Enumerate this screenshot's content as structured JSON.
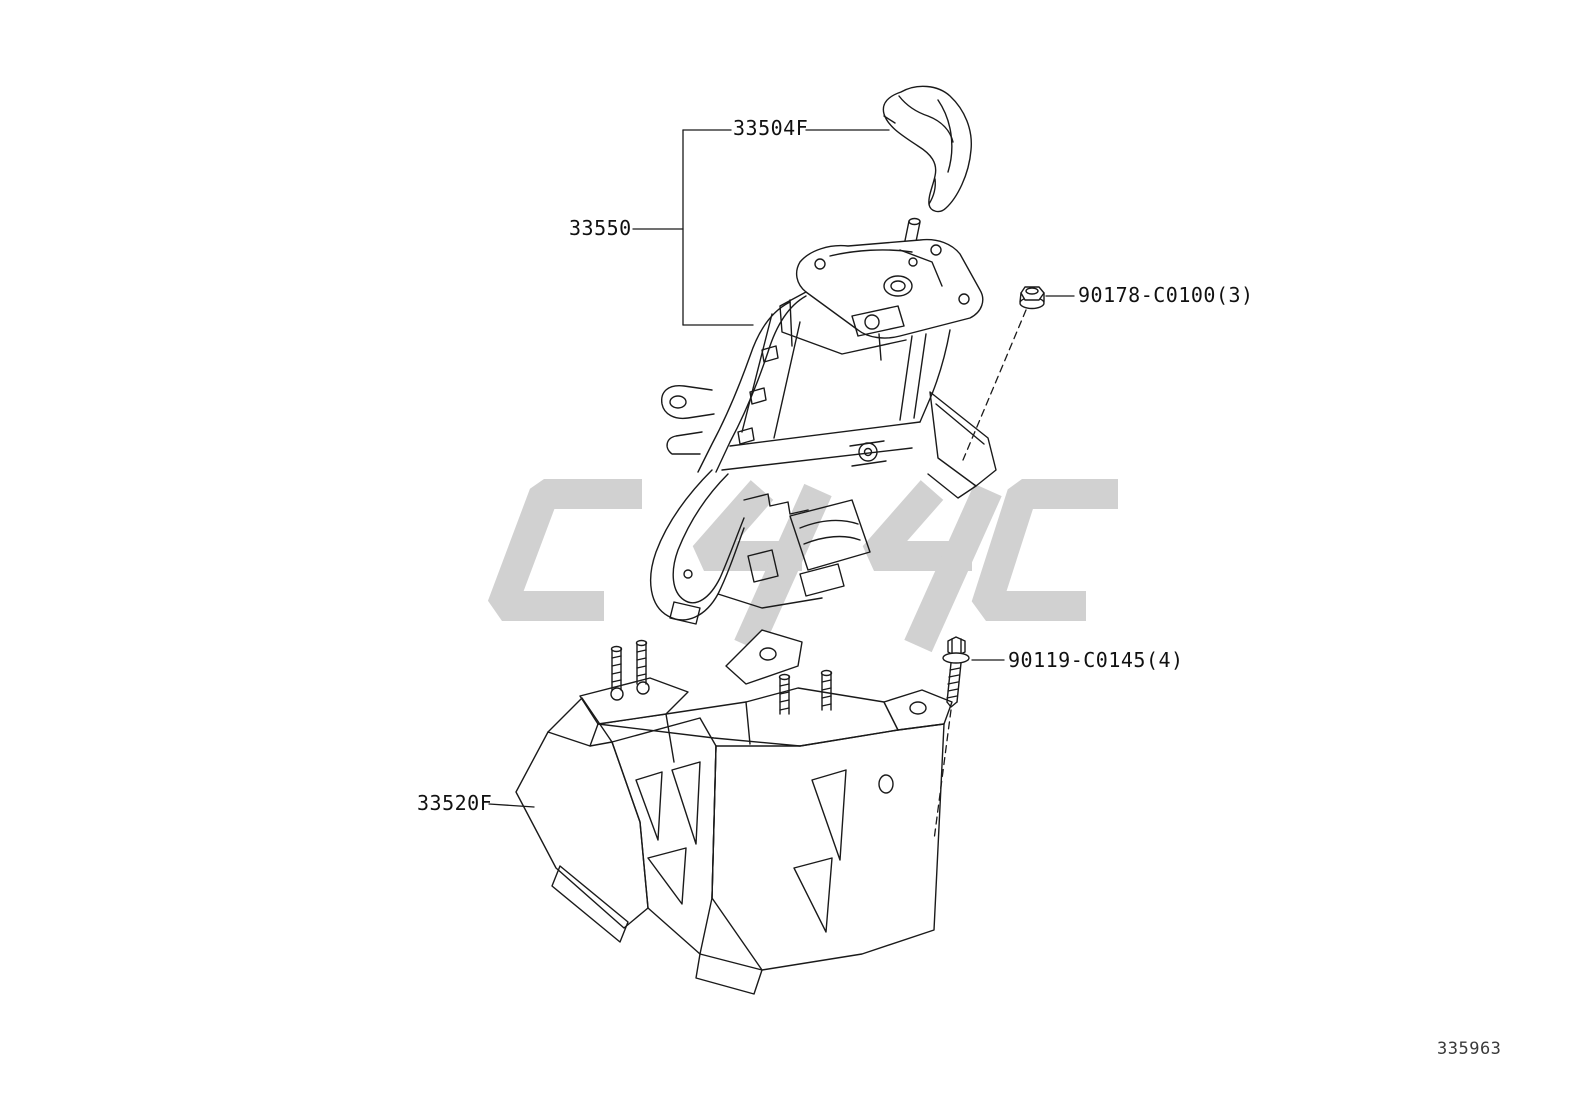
{
  "page": {
    "background_color": "#ffffff",
    "line_color": "#1a1a1a",
    "watermark_color": "#c9c9c9",
    "footer_code": "335963"
  },
  "labels": {
    "knob": "33504F",
    "lever_assembly": "33550",
    "nut": "90178-C0100(3)",
    "bolt": "90119-C0145(4)",
    "bracket": "33520F"
  }
}
